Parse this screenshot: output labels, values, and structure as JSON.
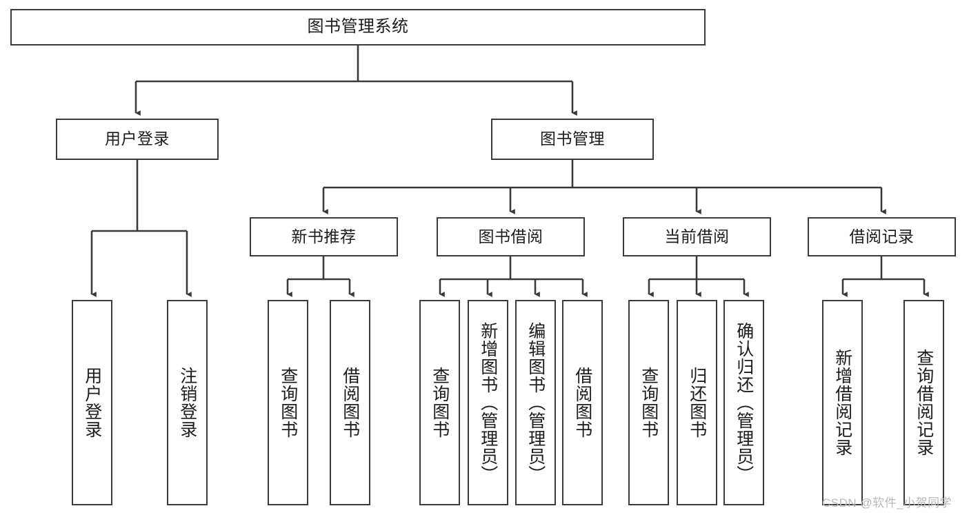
{
  "diagram": {
    "title": "图书管理系统",
    "type": "tree-hierarchy-chart",
    "watermark": "CSDN @软件_小贺同学",
    "colors": {
      "background": "#ffffff",
      "box_border": "#3a3a3a",
      "connector": "#3a3a3a",
      "text": "#1c1c1c",
      "watermark": "#b9b9b9"
    },
    "root": {
      "label": "图书管理系统"
    },
    "level2": [
      {
        "label": "用户登录"
      },
      {
        "label": "图书管理"
      }
    ],
    "level3": [
      {
        "label": "新书推荐"
      },
      {
        "label": "图书借阅"
      },
      {
        "label": "当前借阅"
      },
      {
        "label": "借阅记录"
      }
    ],
    "leaves": {
      "user_login": [
        {
          "label": "用户登录"
        },
        {
          "label": "注销登录"
        }
      ],
      "new_book_recommend": [
        {
          "label": "查询图书"
        },
        {
          "label": "借阅图书"
        }
      ],
      "book_borrow": [
        {
          "label": "查询图书"
        },
        {
          "label": "新增图书（管理员）"
        },
        {
          "label": "编辑图书（管理员）"
        },
        {
          "label": "借阅图书"
        }
      ],
      "current_borrow": [
        {
          "label": "查询图书"
        },
        {
          "label": "归还图书"
        },
        {
          "label": "确认归还（管理员）"
        }
      ],
      "borrow_record": [
        {
          "label": "新增借阅记录"
        },
        {
          "label": "查询借阅记录"
        }
      ]
    }
  }
}
